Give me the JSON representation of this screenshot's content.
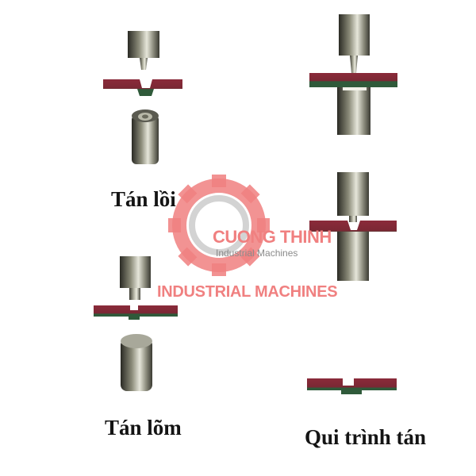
{
  "diagram": {
    "panels": [
      {
        "id": "convex",
        "label": "Tán lồi"
      },
      {
        "id": "concave",
        "label": "Tán lõm"
      },
      {
        "id": "process",
        "label": "Qui trình tán"
      }
    ],
    "colors": {
      "sheet_top": "#8b2a3a",
      "sheet_bottom": "#2f5a3a",
      "metal_dark": "#2a2a24",
      "metal_light": "#d8d8cc"
    }
  },
  "watermark": {
    "brand": "CUONG THINH",
    "tagline": "Industrial Machines",
    "banner": "INDUSTRIAL MACHINES",
    "color": "#f08080",
    "gear_color": "#f08080",
    "inner_gear_color": "#c8c8c8"
  }
}
